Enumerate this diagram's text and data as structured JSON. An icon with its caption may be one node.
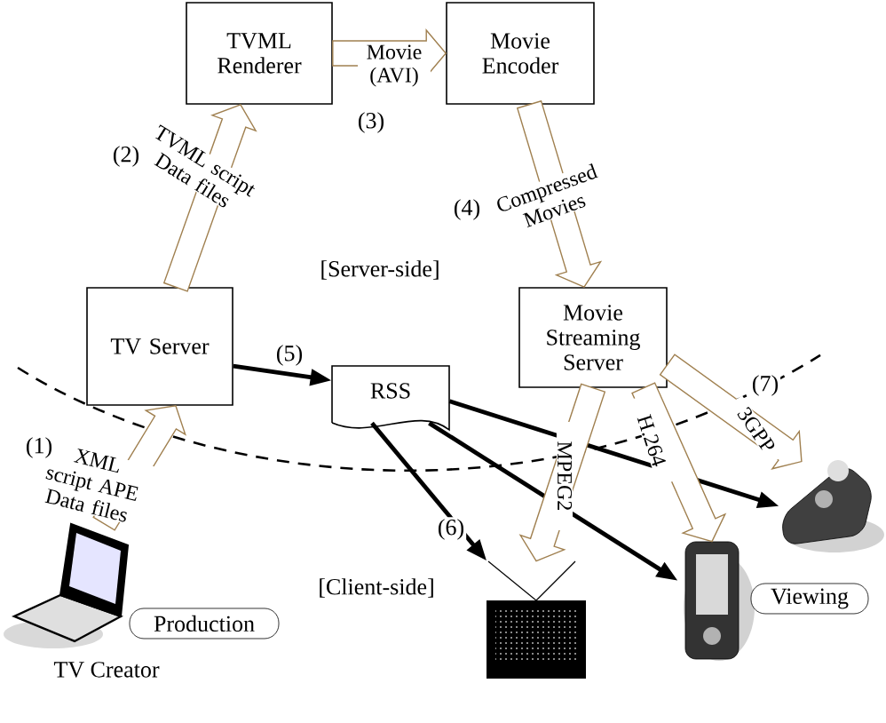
{
  "diagram": {
    "nodes": [
      {
        "text": [
          "TVML Renderer"
        ]
      },
      {
        "text": [
          "Movie Encoder"
        ]
      },
      {
        "text": [
          "TV Server"
        ]
      },
      {
        "text": [
          "Movie Streaming Server"
        ]
      },
      {
        "text": [
          "RSS"
        ]
      },
      {
        "text": [],
        "shape": "picture",
        "beside": [
          "TV Creator"
        ]
      },
      {
        "text": [
          "Production"
        ]
      },
      {
        "text": [],
        "shape": "picture"
      },
      {
        "text": [],
        "shape": "picture"
      },
      {
        "text": [],
        "shape": "picture"
      },
      {
        "text": [
          "Viewing"
        ]
      }
    ],
    "edges": [
      {
        "from": 5,
        "to": 2,
        "arrow": "to",
        "style": "thick",
        "label": "XML script APE Data files"
      },
      {
        "from": 2,
        "to": 0,
        "arrow": "to",
        "style": "thick",
        "label": "TVML script Data files"
      },
      {
        "from": 0,
        "to": 1,
        "arrow": "to",
        "style": "thick",
        "label": "Movie (AVI)"
      },
      {
        "from": 1,
        "to": 3,
        "arrow": "to",
        "style": "thick",
        "label": "Compressed Movies"
      },
      {
        "from": 2,
        "to": 4,
        "arrow": "to",
        "color": "#000000"
      },
      {
        "from": 4,
        "to": 7,
        "arrow": "to",
        "color": "#000000"
      },
      {
        "from": 4,
        "to": 8,
        "arrow": "to",
        "color": "#000000"
      },
      {
        "from": 4,
        "to": 9,
        "arrow": "to",
        "color": "#000000"
      },
      {
        "from": 3,
        "to": 7,
        "arrow": "to",
        "style": "thick",
        "label": "MPEG2"
      },
      {
        "from": 3,
        "to": 8,
        "arrow": "to",
        "style": "thick",
        "label": "H.264"
      },
      {
        "from": 3,
        "to": 9,
        "arrow": "to",
        "style": "thick",
        "label": "3GPP"
      }
    ],
    "labels": [
      "(3)",
      "(2)",
      "(4)",
      "[Server-side]",
      "(5)",
      "(7)",
      "(1)",
      "(6)",
      "[Client-side]"
    ]
  }
}
